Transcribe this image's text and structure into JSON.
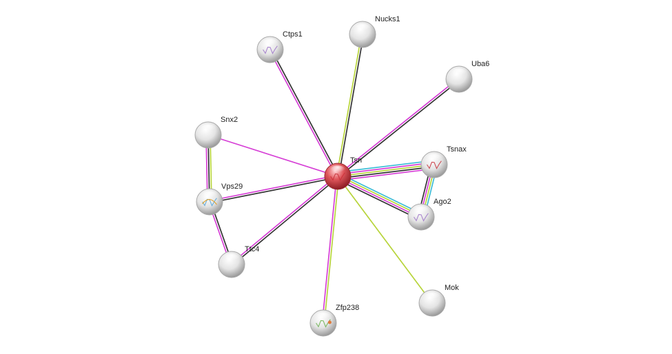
{
  "network": {
    "nodes": [
      {
        "id": "Tsn",
        "label": "Tsn",
        "query": true,
        "structure": "red-ribbon"
      },
      {
        "id": "Nucks1",
        "label": "Nucks1",
        "query": false,
        "structure": "none"
      },
      {
        "id": "Ctps1",
        "label": "Ctps1",
        "query": false,
        "structure": "purple-ribbon"
      },
      {
        "id": "Uba6",
        "label": "Uba6",
        "query": false,
        "structure": "none"
      },
      {
        "id": "Snx2",
        "label": "Snx2",
        "query": false,
        "structure": "none"
      },
      {
        "id": "Tsnax",
        "label": "Tsnax",
        "query": false,
        "structure": "red-ribbon"
      },
      {
        "id": "Vps29",
        "label": "Vps29",
        "query": false,
        "structure": "multicolor-ribbon"
      },
      {
        "id": "Ago2",
        "label": "Ago2",
        "query": false,
        "structure": "purple-ribbon"
      },
      {
        "id": "Ttc4",
        "label": "Ttc4",
        "query": false,
        "structure": "none"
      },
      {
        "id": "Mok",
        "label": "Mok",
        "query": false,
        "structure": "none"
      },
      {
        "id": "Zfp238",
        "label": "Zfp238",
        "query": false,
        "structure": "green-ribbon"
      }
    ],
    "edges": [
      {
        "source": "Tsn",
        "target": "Nucks1",
        "evidence": [
          "textmining",
          "coexpression"
        ]
      },
      {
        "source": "Tsn",
        "target": "Ctps1",
        "evidence": [
          "experiments",
          "coexpression"
        ]
      },
      {
        "source": "Tsn",
        "target": "Uba6",
        "evidence": [
          "experiments",
          "coexpression"
        ]
      },
      {
        "source": "Tsn",
        "target": "Snx2",
        "evidence": [
          "experiments"
        ]
      },
      {
        "source": "Tsn",
        "target": "Tsnax",
        "evidence": [
          "database",
          "experiments",
          "textmining",
          "coexpression",
          "experiments"
        ]
      },
      {
        "source": "Tsn",
        "target": "Vps29",
        "evidence": [
          "coexpression",
          "experiments"
        ]
      },
      {
        "source": "Tsn",
        "target": "Ago2",
        "evidence": [
          "database",
          "textmining",
          "experiments",
          "coexpression"
        ]
      },
      {
        "source": "Tsn",
        "target": "Ttc4",
        "evidence": [
          "coexpression",
          "experiments"
        ]
      },
      {
        "source": "Tsn",
        "target": "Mok",
        "evidence": [
          "textmining"
        ]
      },
      {
        "source": "Tsn",
        "target": "Zfp238",
        "evidence": [
          "textmining",
          "experiments"
        ]
      },
      {
        "source": "Snx2",
        "target": "Vps29",
        "evidence": [
          "textmining",
          "coexpression",
          "experiments"
        ]
      },
      {
        "source": "Vps29",
        "target": "Ttc4",
        "evidence": [
          "coexpression",
          "experiments"
        ]
      },
      {
        "source": "Tsnax",
        "target": "Ago2",
        "evidence": [
          "database",
          "textmining",
          "experiments",
          "coexpression"
        ]
      }
    ],
    "evidence_colors": {
      "experiments": "#d63fd6",
      "textmining": "#b7d43a",
      "coexpression": "#333333",
      "database": "#3cbcd6"
    },
    "node_colors": {
      "query": "#e0575c",
      "default": "#e6e6e6",
      "structure_colors": {
        "red-ribbon": "#c8303a",
        "purple-ribbon": "#9e74c8",
        "green-ribbon": "#6ab04c",
        "multicolor-ribbon": "#4fa3d9"
      }
    }
  }
}
